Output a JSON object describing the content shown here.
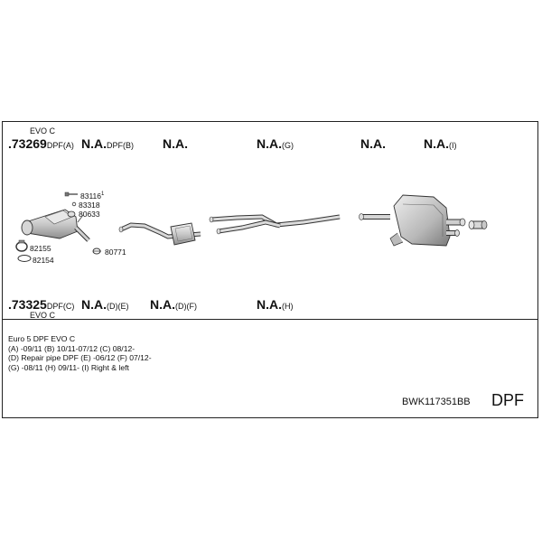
{
  "top_row": {
    "evo_label": "EVO C",
    "items": [
      {
        "main": ".73269",
        "suffix": "DPF(A)"
      },
      {
        "main": "N.A.",
        "suffix": "DPF(B)"
      },
      {
        "main": "N.A.",
        "suffix": ""
      },
      {
        "main": "N.A.",
        "suffix": "(G)"
      },
      {
        "main": "N.A.",
        "suffix": ""
      },
      {
        "main": "N.A.",
        "suffix": "(I)"
      }
    ]
  },
  "bottom_row": {
    "evo_label": "EVO C",
    "items": [
      {
        "main": ".73325",
        "suffix": "DPF(C)"
      },
      {
        "main": "N.A.",
        "suffix": "(D)(E)"
      },
      {
        "main": "N.A.",
        "suffix": "(D)(F)"
      },
      {
        "main": "N.A.",
        "suffix": "(H)"
      }
    ]
  },
  "part_labels": {
    "p83116": "83116",
    "p83116_sup": "1",
    "p83318": "83318",
    "p80633": "80633",
    "p82155": "82155",
    "p82154": "82154",
    "p80771": "80771"
  },
  "notes": [
    "Euro 5   DPF EVO C",
    "(A) -09/11 (B) 10/11-07/12 (C) 08/12-",
    "(D) Repair pipe DPF (E) -06/12 (F) 07/12-",
    "(G) -08/11 (H) 09/11- (I) Right & left"
  ],
  "kit_code": "BWK117351BB",
  "kit_type": "DPF"
}
